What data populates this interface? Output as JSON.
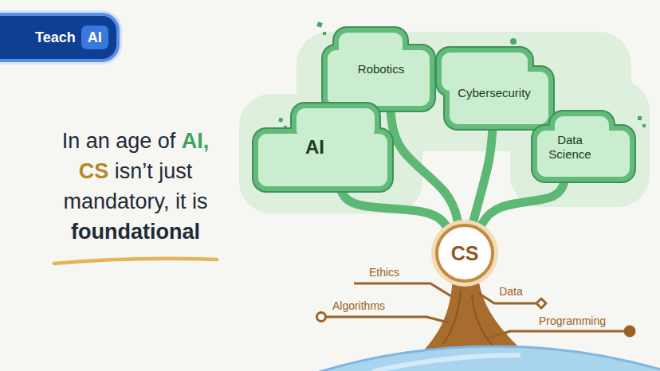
{
  "diagram": {
    "title": "In an age of AI, CS isn’t just mandatory, it is foundational",
    "nodes": [
      {
        "text": [
          "Teach"
        ]
      },
      {
        "text": [
          "AI"
        ],
        "in": 0
      },
      {
        "text": [
          "Robotics"
        ]
      },
      {
        "text": [
          "Cybersecurity"
        ]
      },
      {
        "text": [
          "AI"
        ]
      },
      {
        "text": [
          "Data Science"
        ]
      },
      {
        "text": [
          "CS"
        ]
      }
    ],
    "edges": [
      {
        "from": 6,
        "to": 2,
        "arrow": "none"
      },
      {
        "from": 6,
        "to": 3,
        "arrow": "none"
      },
      {
        "from": 6,
        "to": 4,
        "arrow": "none"
      },
      {
        "from": 6,
        "to": 5,
        "arrow": "none"
      }
    ],
    "labels": [
      "Ethics",
      "Algorithms",
      "Data",
      "Programming"
    ]
  }
}
